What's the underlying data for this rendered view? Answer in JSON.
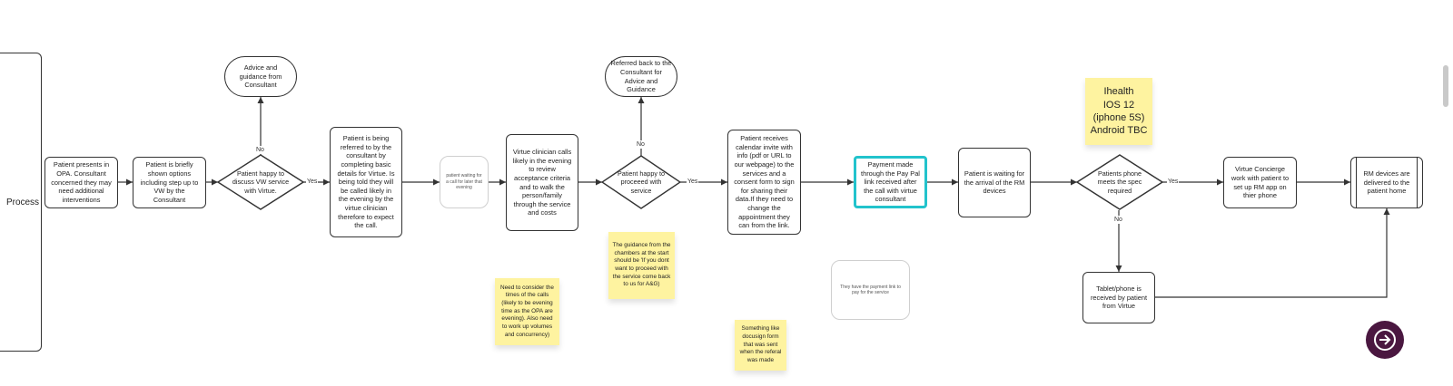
{
  "lane": {
    "label": "Process"
  },
  "nodes": {
    "n1": "Patient presents in OPA. Consultant concerned they may need additional interventions",
    "n2": "Patient is briefly shown options including step up to VW by the Consultant",
    "d1": "Patient happy to discuss VW service with Virtue.",
    "a1": "Advice and guidance from Consultant",
    "n3": "Patient is being referred to by the consultant by completing basic details for Virtue. Is being told they will be called likely in the evening by the virtue clinician therefore to expect the call.",
    "n4": "patient waiting for a call for later that evening",
    "n5": "Virtue clinician calls likely in the evening to review acceptance criteria and to walk the person/family through the service and costs",
    "d2": "Patient happy to proceeed with service",
    "a2": "Referred back to the Consultant for Advice and Guidance",
    "n6": "Patient receives calendar invite with info (pdf or URL to our webpage) to the services and a consent form to sign for sharing their data.If they need to change the appointment they can from the link.",
    "n7": "Payment made through the Pay Pal link received after the call with virtue consultant",
    "n8": "Patient is waiting for the arrival of the RM devices",
    "d3": "Patients phone meets the spec required",
    "n9": "Virtue Concierge work with patient to set up RM app on thier phone",
    "n10": "RM devices are delivered to the patient home",
    "n11": "Tablet/phone is received by patient from Virtue",
    "n12": "They have the payment link to pay for the service"
  },
  "edge_labels": {
    "yes": "Yes",
    "no": "No"
  },
  "stickies": {
    "s1": "Need to consider the times of the calls (likely to be evening time as the OPA are evening). Also need to work up volumes and concurrency)",
    "s2": "The guidance from the chambers at the start should be 'If you dont want to proceed with the service come back to us for A&G)",
    "s3": "Something like docusign form that was sent when the referal was made",
    "s4": "Ihealth\nIOS 12\n(iphone 5S)\nAndroid TBC"
  },
  "colors": {
    "sticky": "#fef3a0",
    "highlight": "#22c3cc",
    "nav_button": "#4a1740"
  },
  "icons": {
    "nav": "arrow-right-icon"
  }
}
